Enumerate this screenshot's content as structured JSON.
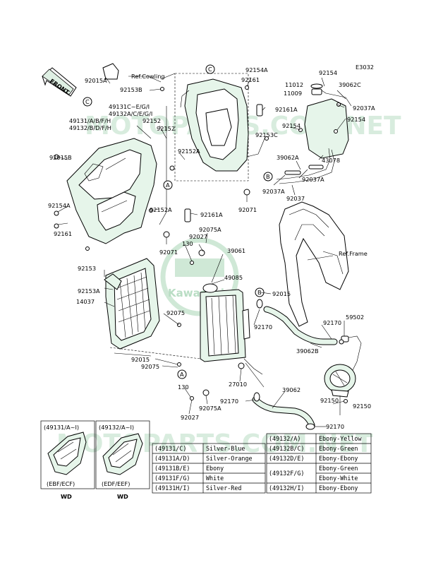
{
  "diagram_code": "E3032",
  "front_label": "FRONT",
  "watermark": {
    "brand": "Kawasaki",
    "site": "MOTOPARTS.COM.NET"
  },
  "callouts": {
    "A": "A",
    "B": "B",
    "C": "C"
  },
  "labels": {
    "l_92015A": "92015A",
    "l_92153B": "92153B",
    "ref_cowling": "Ref.Cowling",
    "l_92154A_top": "92154A",
    "l_92161_top": "92161",
    "l_92154_top": "92154",
    "l_11012": "11012",
    "l_11009": "11009",
    "l_39062C": "39062C",
    "l_92037A_top": "92037A",
    "l_49131C": "49131C~E/G/I",
    "l_49132A": "49132A/C/E/G/I",
    "l_92152_a": "92152",
    "l_92152_b": "92152",
    "l_49131A": "49131/A/B/F/H",
    "l_49132B": "49132/B/D/F/H",
    "l_92161A_top": "92161A",
    "l_92154_mid": "92154",
    "l_92154_right": "92154",
    "l_92153C": "92153C",
    "l_43078": "43078",
    "l_92015B": "92015B",
    "l_92152A_top": "92152A",
    "l_39062A": "39062A",
    "l_92037A_mid": "92037A",
    "l_92037A_b": "92037A",
    "l_92037": "92037",
    "l_92154A_left": "92154A",
    "l_92152A_mid": "92152A",
    "l_92161A_mid": "92161A",
    "l_92071_top": "92071",
    "l_92161_left": "92161",
    "l_92075A_top": "92075A",
    "l_92027_top": "92027",
    "l_130_top": "130",
    "l_92071_mid": "92071",
    "l_39061": "39061",
    "ref_frame": "Ref.Frame",
    "l_92153": "92153",
    "l_49085": "49085",
    "l_92153A": "92153A",
    "l_92015_right": "92015",
    "l_14037": "14037",
    "l_92075_mid": "92075",
    "l_92170_a": "92170",
    "l_92170_b": "92170",
    "l_59502": "59502",
    "l_39062B": "39062B",
    "l_92015_low": "92015",
    "l_92075_low": "92075",
    "l_27010": "27010",
    "l_39062": "39062",
    "l_130_low": "130",
    "l_92170_c": "92170",
    "l_92150_a": "92150",
    "l_92150_b": "92150",
    "l_92075A_low": "92075A",
    "l_92027_low": "92027",
    "l_92170_d": "92170"
  },
  "insets": [
    {
      "title": "(49131/A~I)",
      "caption": "(EBF/ECF)",
      "model": "WD"
    },
    {
      "title": "(49132/A~I)",
      "caption": "(EDF/EEF)",
      "model": "WD"
    }
  ],
  "color_table_left": [
    {
      "part": "(49131/C)",
      "color": "Silver-Blue"
    },
    {
      "part": "(49131A/D)",
      "color": "Silver-Orange"
    },
    {
      "part": "(49131B/E)",
      "color": "Ebony"
    },
    {
      "part": "(49131F/G)",
      "color": "White"
    },
    {
      "part": "(49131H/I)",
      "color": "Silver-Red"
    }
  ],
  "color_table_right": [
    {
      "part": "(49132/A)",
      "color": "Ebony-Yellow"
    },
    {
      "part": "(49132B/C)",
      "color": "Ebony-Green"
    },
    {
      "part": "(49132D/E)",
      "color": "Ebony-Ebony"
    },
    {
      "part": "(49132F/G)",
      "color": "Ebony-Green"
    },
    {
      "part": "",
      "color": "Ebony-White"
    },
    {
      "part": "(49132H/I)",
      "color": "Ebony-Ebony"
    }
  ]
}
